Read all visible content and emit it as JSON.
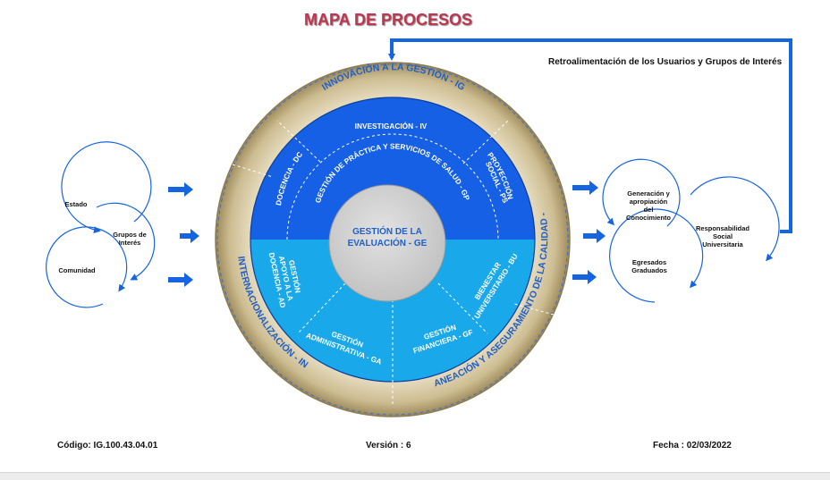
{
  "title": "MAPA DE PROCESOS",
  "feedback_label": "Retroalimentación de los Usuarios y Grupos de Interés",
  "outer_ring": {
    "top": "INNOVACIÓN A LA GESTIÓN - IG",
    "left": "INTERNACIONALIZACIÓN - IN",
    "right": "PLANEACIÓN Y ASEGURAMIENTO DE LA CALIDAD - PA"
  },
  "upper_sectors": {
    "investigacion": "INVESTIGACIÓN - IV",
    "docencia": "DOCENCIA - DC",
    "proyeccion_line1": "PROYECCIÓN",
    "proyeccion_line2": "SOCIAL - PS",
    "gestion_practica": "GESTIÓN DE PRÁCTICA Y SERVICIOS DE SALUD - GP"
  },
  "lower_sectors": {
    "apoyo": [
      "GESTIÓN",
      "APOYO A LA",
      "DOCENCIA - AD"
    ],
    "administrativa": [
      "GESTIÓN",
      "ADMINISTRATIVA - GA"
    ],
    "financiera": [
      "GESTIÓN",
      "FINANCIERA - GF"
    ],
    "bienestar": [
      "BIENESTAR",
      "UNIVERSITARIO - BU"
    ]
  },
  "core": {
    "line1": "GESTIÓN DE LA",
    "line2": "EVALUACIÓN - GE"
  },
  "left_inputs": {
    "estado": "Estado",
    "grupos_line1": "Grupos de",
    "grupos_line2": "Interés",
    "comunidad": "Comunidad"
  },
  "right_outputs": {
    "generacion": [
      "Generación y",
      "apropiación",
      "del",
      "Conocimiento"
    ],
    "responsabilidad": [
      "Responsabilidad",
      "Social",
      "Universitaria"
    ],
    "egresados": [
      "Egresados",
      "Graduados"
    ]
  },
  "footer": {
    "codigo": "Código: IG.100.43.04.01",
    "version": "Versión : 6",
    "fecha": "Fecha : 02/03/2022"
  },
  "colors": {
    "title": "#c0354f",
    "arrow_blue": "#1565e0",
    "outer_ring": "#d3c6a4",
    "upper_half": "#1560e4",
    "lower_half": "#19a8ea",
    "core": "#d2d2d2"
  }
}
